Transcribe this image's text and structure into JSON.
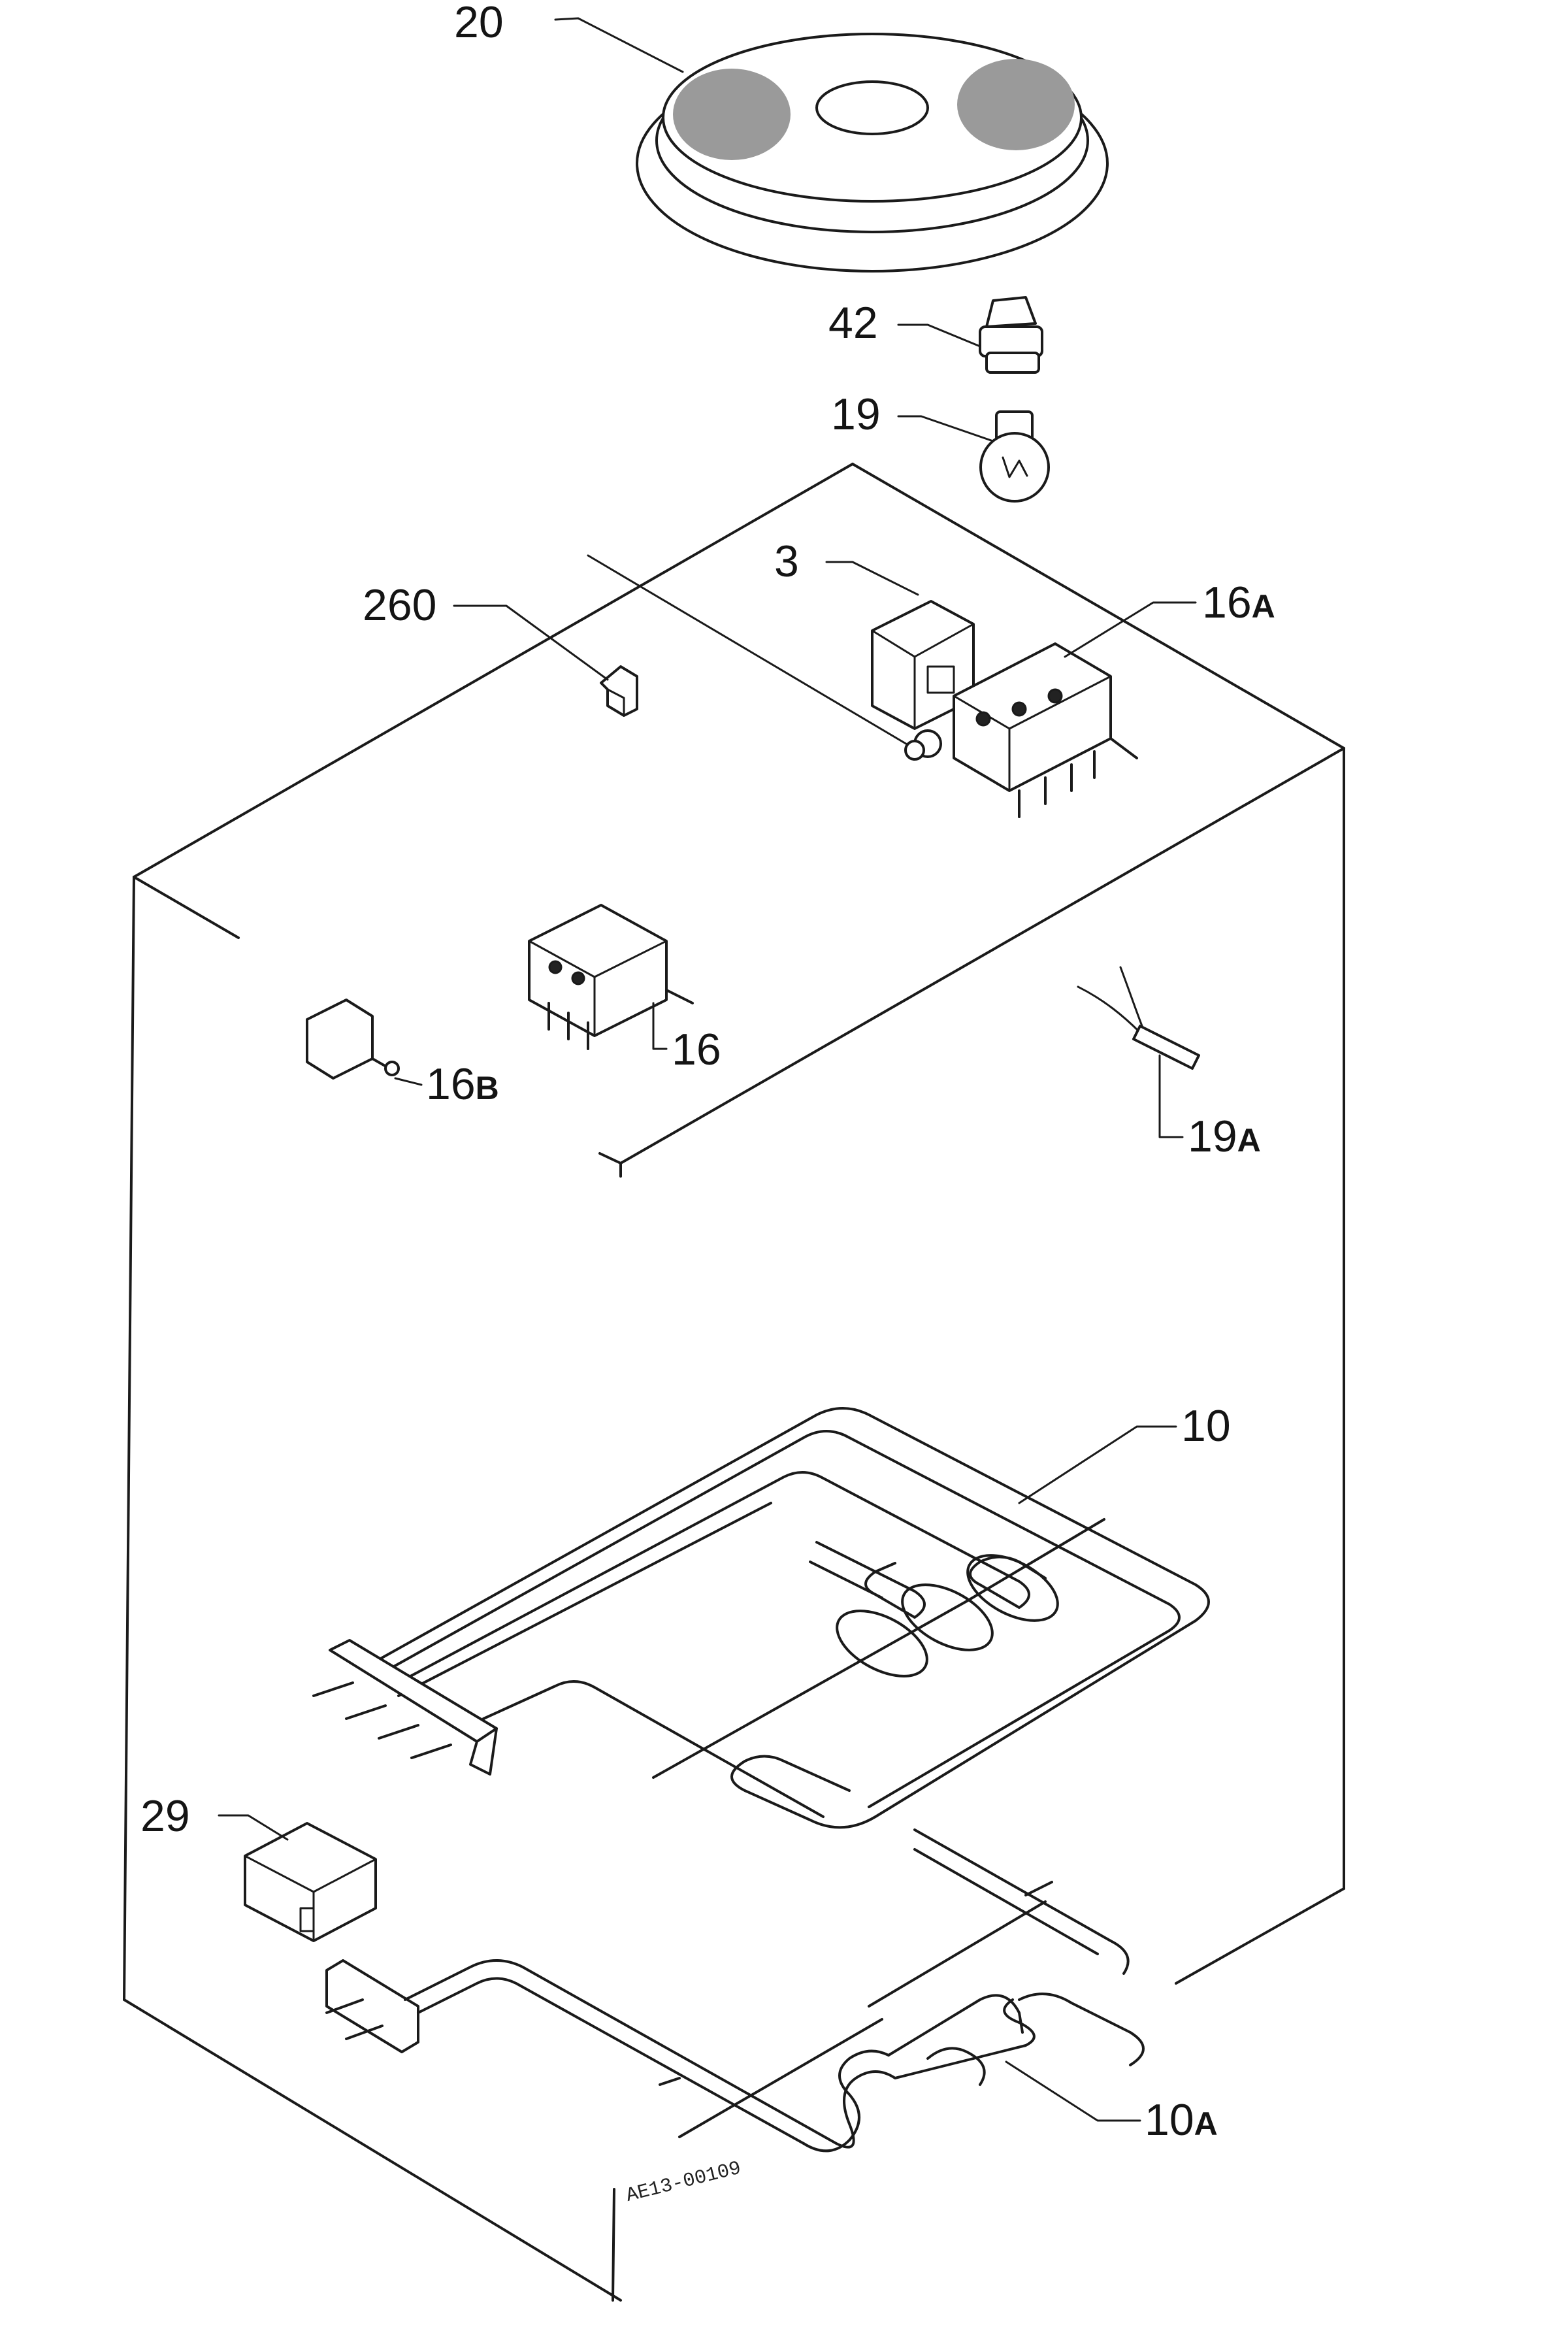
{
  "parts": [
    {
      "ref": "20",
      "name": "hotplate"
    },
    {
      "ref": "42",
      "name": "lamp-holder"
    },
    {
      "ref": "19",
      "name": "oven-lamp"
    },
    {
      "ref": "3",
      "name": "thermostat"
    },
    {
      "ref": "16A",
      "name": "selector-switch"
    },
    {
      "ref": "260",
      "name": "clip"
    },
    {
      "ref": "16",
      "name": "switch"
    },
    {
      "ref": "16B",
      "name": "push-switch"
    },
    {
      "ref": "19A",
      "name": "sensor"
    },
    {
      "ref": "10",
      "name": "grill-element"
    },
    {
      "ref": "29",
      "name": "terminal-block"
    },
    {
      "ref": "10A",
      "name": "bottom-element"
    }
  ],
  "labels": {
    "p20": "20",
    "p42": "42",
    "p19": "19",
    "p3": "3",
    "p16A_num": "16",
    "p16A_sub": "A",
    "p260": "260",
    "p16": "16",
    "p16B_num": "16",
    "p16B_sub": "B",
    "p19A_num": "19",
    "p19A_sub": "A",
    "p10": "10",
    "p29": "29",
    "p10A_num": "10",
    "p10A_sub": "A"
  },
  "drawing_code": "AE13-00109"
}
